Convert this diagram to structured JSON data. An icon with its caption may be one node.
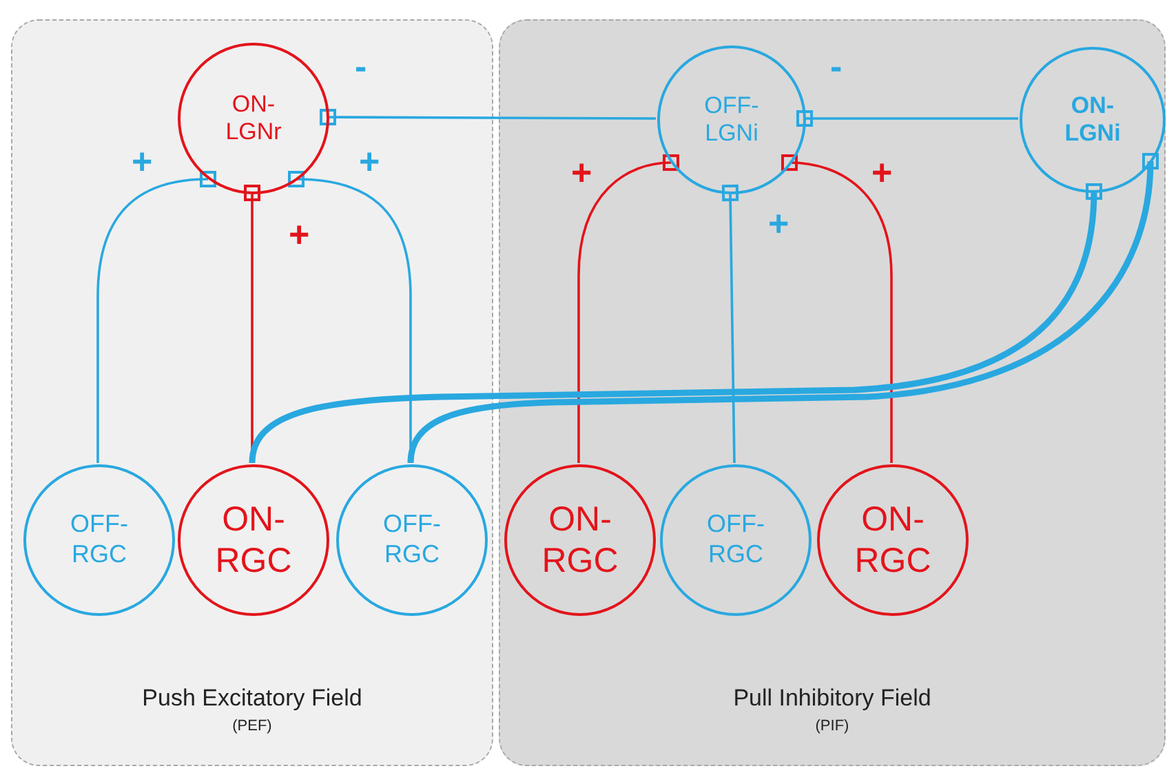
{
  "diagram": {
    "nodes": [
      {
        "text": [
          "Push Excitatory Field",
          "(PEF)"
        ]
      },
      {
        "text": [
          "ON- LGNr"
        ],
        "in": 0
      },
      {
        "text": [
          "Pull Inhibitory Field",
          "(PIF)"
        ]
      },
      {
        "text": [
          "OFF- LGNi"
        ],
        "in": 2
      },
      {
        "text": [
          "ON- LGNi"
        ],
        "in": 2
      },
      {
        "text": [
          "OFF- RGC"
        ],
        "in": 0
      },
      {
        "text": [
          "ON- RGC"
        ],
        "in": 0
      },
      {
        "text": [
          "OFF- RGC"
        ],
        "in": 0
      },
      {
        "text": [
          "ON- RGC"
        ],
        "in": 2
      },
      {
        "text": [
          "OFF- RGC"
        ],
        "in": 2
      },
      {
        "text": [
          "ON- RGC"
        ],
        "in": 2
      }
    ],
    "edges": [
      {
        "from": 5,
        "to": 1,
        "arrow": "other"
      },
      {
        "from": 6,
        "to": 1,
        "arrow": "other",
        "color": "#e3141b"
      },
      {
        "from": 7,
        "to": 1,
        "arrow": "other"
      },
      {
        "from": 8,
        "to": 3,
        "arrow": "other",
        "color": "#e3141b"
      },
      {
        "from": 9,
        "to": 3,
        "arrow": "other"
      },
      {
        "from": 10,
        "to": 3,
        "arrow": "other",
        "color": "#e3141b"
      },
      {
        "from": 6,
        "to": 4,
        "arrow": "other",
        "style": "thick"
      },
      {
        "from": 7,
        "to": 4,
        "arrow": "other",
        "style": "thick"
      },
      {
        "from": 3,
        "to": 1,
        "arrow": "other"
      },
      {
        "from": 4,
        "to": 3,
        "arrow": "other"
      }
    ],
    "labels": [
      "-",
      "-",
      "+",
      "+",
      "+",
      "+",
      "+",
      "+"
    ]
  }
}
